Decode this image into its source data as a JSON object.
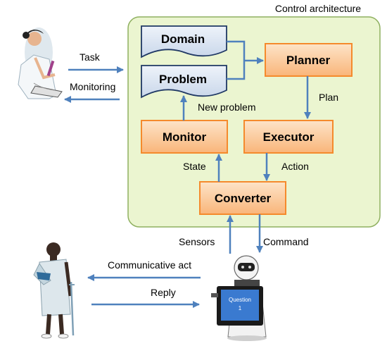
{
  "title": "Control architecture",
  "boxes": {
    "domain": "Domain",
    "problem": "Problem",
    "planner": "Planner",
    "monitor": "Monitor",
    "executor": "Executor",
    "converter": "Converter"
  },
  "edges": {
    "task": "Task",
    "monitoring": "Monitoring",
    "plan": "Plan",
    "new_problem": "New problem",
    "state": "State",
    "action": "Action",
    "sensors": "Sensors",
    "command": "Command",
    "communicative_act": "Communicative act",
    "reply": "Reply"
  },
  "tablet": {
    "line1": "Question",
    "line2": "1"
  },
  "colors": {
    "panel_fill": "#ebf5d0",
    "panel_stroke": "#8fb060",
    "doc_fill": "#dce6f2",
    "doc_stroke": "#1f3864",
    "box_fill": "#fbc08b",
    "box_stroke": "#f58a2c",
    "arrow": "#4f81bd"
  }
}
